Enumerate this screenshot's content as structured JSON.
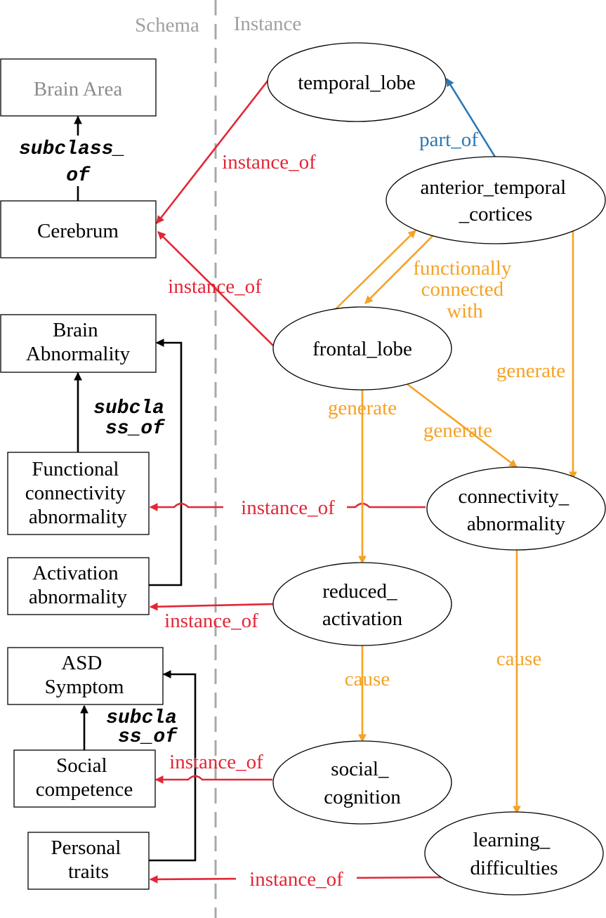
{
  "header": {
    "schema_label": "Schema",
    "instance_label": "Instance"
  },
  "colors": {
    "instance_of": "#e32636",
    "part_of": "#2a78b5",
    "relation": "#f5a226",
    "subclass_of": "#000000",
    "header": "#a0a0a0"
  },
  "schema": {
    "brain_area": "Brain Area",
    "cerebrum": "Cerebrum",
    "brain_abnormality": [
      "Brain",
      "Abnormality"
    ],
    "functional_connectivity_abnormality": [
      "Functional",
      "connectivity",
      "abnormality"
    ],
    "activation_abnormality": [
      "Activation",
      "abnormality"
    ],
    "asd_symptom": [
      "ASD",
      "Symptom"
    ],
    "social_competence": [
      "Social",
      "competence"
    ],
    "personal_traits": [
      "Personal",
      "traits"
    ]
  },
  "subclass_labels": {
    "brain_area": [
      "subclass_",
      "of"
    ],
    "brain_abnormality": [
      "subcla",
      "ss_of"
    ],
    "asd_symptom": [
      "subcla",
      "ss_of"
    ]
  },
  "instances": {
    "temporal_lobe": [
      "temporal_lobe"
    ],
    "anterior_temporal_cortices": [
      "anterior_temporal",
      "_cortices"
    ],
    "frontal_lobe": [
      "frontal_lobe"
    ],
    "connectivity_abnormality": [
      "connectivity_",
      "abnormality"
    ],
    "reduced_activation": [
      "reduced_",
      "activation"
    ],
    "social_cognition": [
      "social_",
      "cognition"
    ],
    "learning_difficulties": [
      "learning_",
      "difficulties"
    ]
  },
  "edge_labels": {
    "temporal_instance_of": "instance_of",
    "frontal_instance_of": "instance_of",
    "part_of": "part_of",
    "functionally_connected": [
      "functionally",
      "connected",
      "with"
    ],
    "atc_generate": "generate",
    "frontal_generate_down": "generate",
    "frontal_generate_diag": "generate",
    "connectivity_instance_of": "instance_of",
    "reduced_instance_of": "instance_of",
    "reduced_cause": "cause",
    "connectivity_cause": "cause",
    "social_instance_of": "instance_of",
    "learning_instance_of": "instance_of"
  }
}
